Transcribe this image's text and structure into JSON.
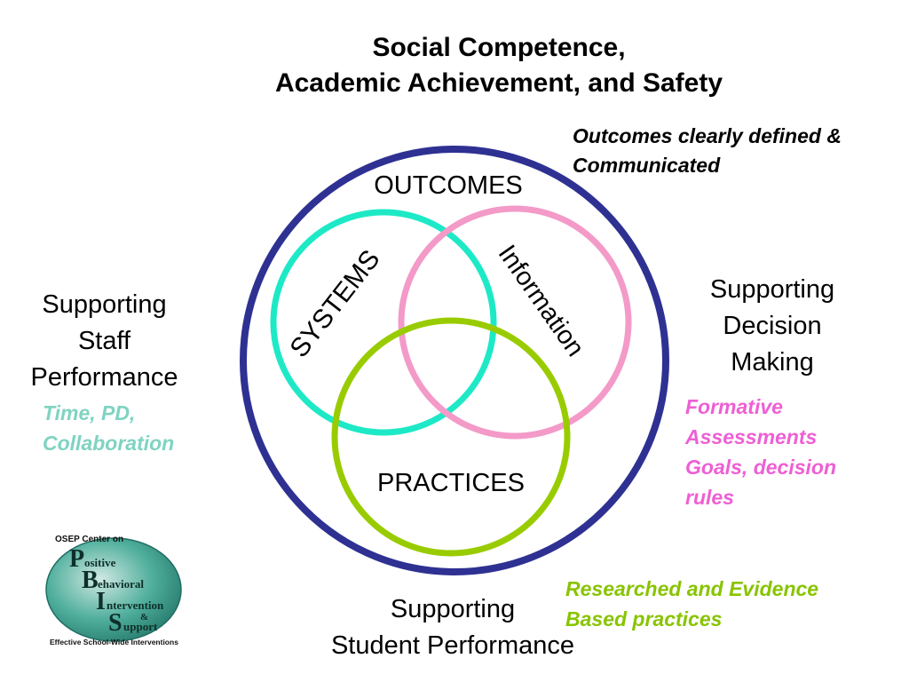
{
  "title": {
    "line1": "Social Competence,",
    "line2": "Academic Achievement, and Safety"
  },
  "outcomes_note": {
    "line1": "Outcomes clearly defined &",
    "line2": "Communicated"
  },
  "circles": {
    "outer_label": "OUTCOMES",
    "systems_label": "SYSTEMS",
    "information_label": "Information",
    "practices_label": "PRACTICES"
  },
  "staff": {
    "label_lines": [
      "Supporting",
      "Staff",
      "Performance"
    ],
    "note_lines": [
      "Time, PD,",
      "Collaboration"
    ]
  },
  "decision": {
    "label_lines": [
      "Supporting",
      "Decision",
      "Making"
    ],
    "note_lines": [
      "Formative",
      "Assessments",
      "Goals, decision",
      "rules"
    ]
  },
  "student": {
    "label_lines": [
      "Supporting",
      "Student Performance"
    ]
  },
  "practices_note": {
    "lines": [
      "Researched and Evidence",
      "Based practices"
    ]
  },
  "logo": {
    "top": "OSEP Center on",
    "letters": [
      "P",
      "B",
      "I",
      "S"
    ],
    "words": [
      "ositive",
      "ehavioral",
      "ntervention",
      "&",
      "upport"
    ],
    "bottom": "Effective School-Wide Interventions"
  },
  "colors": {
    "outer_circle": "#2e3192",
    "systems_circle": "#1de9c7",
    "information_circle": "#f39ac8",
    "practices_circle": "#99cc00",
    "staff_note": "#7fd3c2",
    "decision_note": "#ee5fd4",
    "practices_note": "#88c400",
    "logo_fill": "#2f9684"
  }
}
